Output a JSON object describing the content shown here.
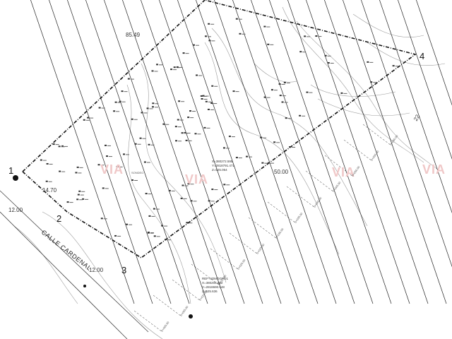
{
  "plan": {
    "vertices": [
      {
        "id": "1",
        "label": "1"
      },
      {
        "id": "2",
        "label": "2"
      },
      {
        "id": "3",
        "label": "3"
      },
      {
        "id": "4",
        "label": "4"
      }
    ],
    "dimensions": {
      "top_frontage": "85.49",
      "left_side": "14.70",
      "street_width_upper": "12.00",
      "street_width_lower": "12.00",
      "center_segment": "50.00",
      "right_segment": "22"
    },
    "street_name": "CALLE CARDENAL",
    "reference_point": {
      "title": "REF-NOMOGPO1",
      "x": "X=380205.662",
      "y": "Y=2818690.548",
      "z": "Z=525.636"
    },
    "inner_point": {
      "x": "X=380272.595",
      "y": "Y=2818791.471",
      "z": "Z=525.054"
    },
    "stations": [
      "0+000.00",
      "0+005.00",
      "0+010.00",
      "0+015.00",
      "0+020.00",
      "0+025.00",
      "0+030.00",
      "0+035.00",
      "0+040.00",
      "0+045.00",
      "0+050.00",
      "0+055.00",
      "0+060.00"
    ],
    "watermarks": [
      "VIA",
      "VIA",
      "VIA",
      "VIA"
    ],
    "legend_word": "SONDEO"
  }
}
